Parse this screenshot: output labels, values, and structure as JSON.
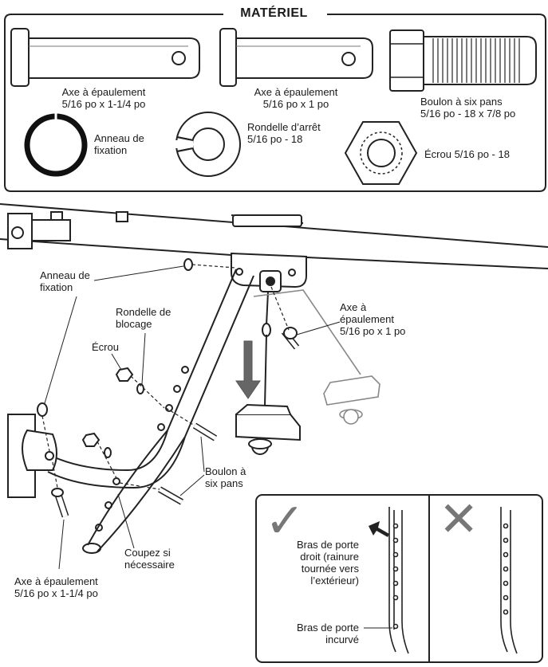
{
  "materials": {
    "title": "MATÉRIEL",
    "items": [
      {
        "label": "Axe à épaulement\n5/16 po x 1-1/4 po"
      },
      {
        "label": "Axe à épaulement\n5/16 po x 1 po"
      },
      {
        "label": "Boulon à six pans\n5/16 po - 18 x 7/8 po"
      },
      {
        "label": "Anneau de\nfixation"
      },
      {
        "label": "Rondelle d’arrêt\n5/16 po - 18"
      },
      {
        "label": "Écrou 5/16 po - 18"
      }
    ]
  },
  "assembly": {
    "callouts": [
      {
        "label": "Anneau de\nfixation"
      },
      {
        "label": "Rondelle de\nblocage"
      },
      {
        "label": "Écrou"
      },
      {
        "label": "Axe à\népaulement\n5/16 po x 1 po"
      },
      {
        "label": "Boulon à\nsix pans"
      },
      {
        "label": "Coupez si\nnécessaire"
      },
      {
        "label": "Axe à épaulement\n5/16 po x 1-1/4 po"
      }
    ]
  },
  "inset": {
    "correct_symbol": "✓",
    "wrong_symbol": "✕",
    "labels": [
      {
        "label": "Bras de porte\ndroit (rainure\ntournée vers\nl’extérieur)"
      },
      {
        "label": "Bras de porte\nincurvé"
      }
    ]
  }
}
